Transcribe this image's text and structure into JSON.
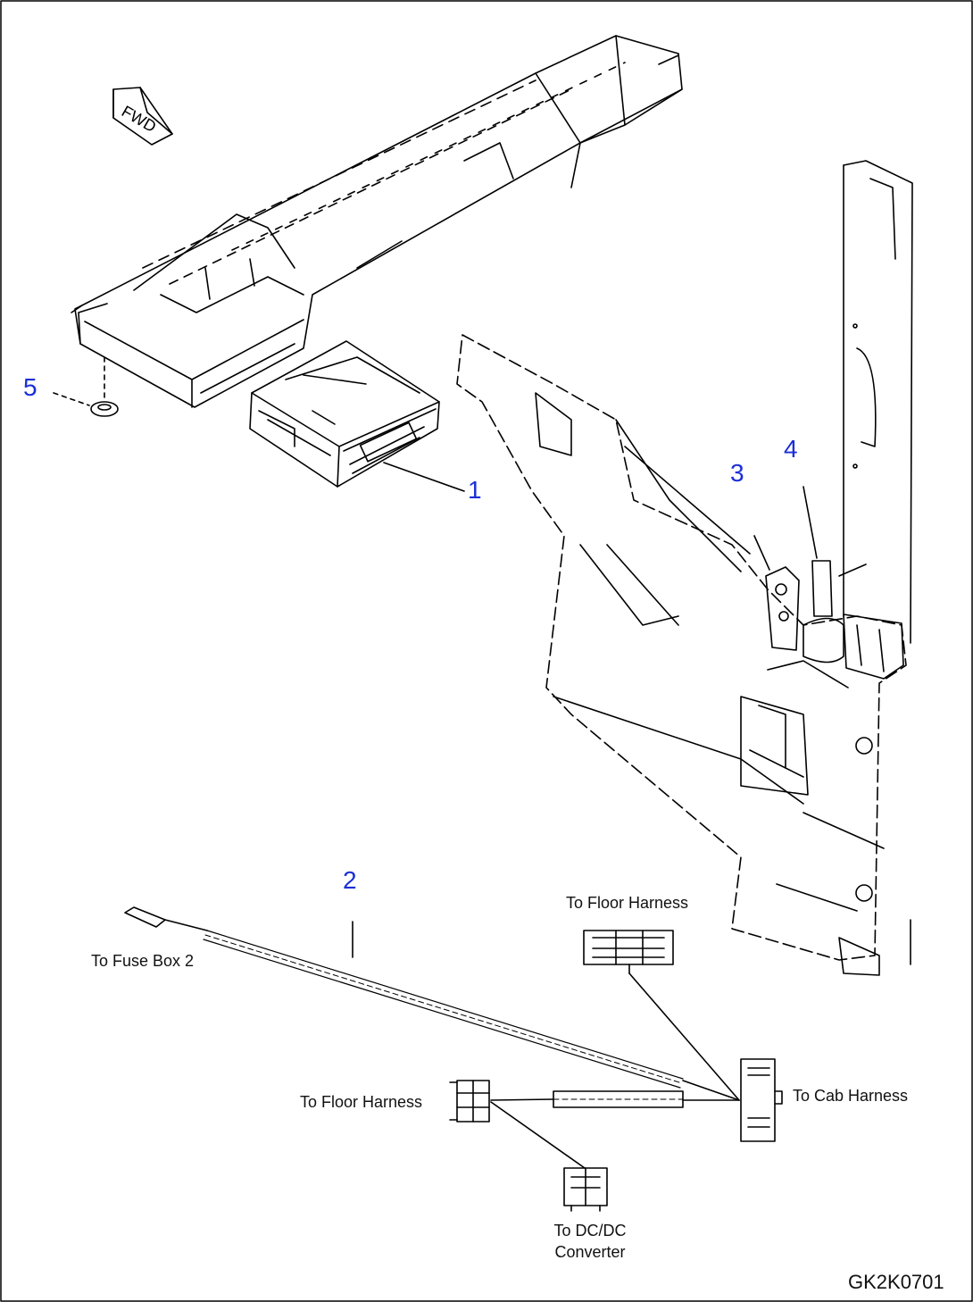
{
  "diagram": {
    "fwd_label": "FWD",
    "callouts": {
      "c1": "1",
      "c2": "2",
      "c3": "3",
      "c4": "4",
      "c5": "5"
    },
    "connector_labels": {
      "fuse_box": "To Fuse Box 2",
      "floor_harness_top": "To Floor Harness",
      "floor_harness_left": "To Floor Harness",
      "cab_harness": "To Cab Harness",
      "dcdc_line1": "To DC/DC",
      "dcdc_line2": "Converter"
    },
    "drawing_code": "GK2K0701",
    "colors": {
      "callout": "#1a2fd6",
      "line": "#000000"
    }
  }
}
